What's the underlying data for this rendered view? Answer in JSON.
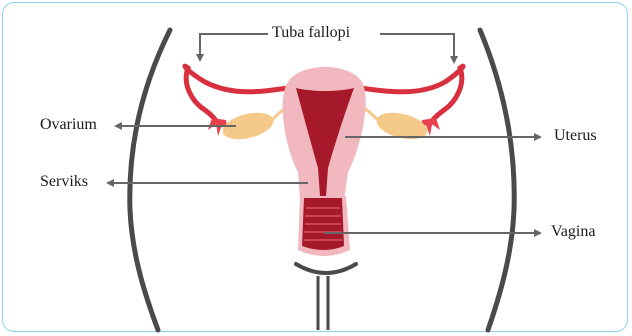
{
  "diagram": {
    "labels": {
      "tuba_fallopi": "Tuba fallopi",
      "ovarium": "Ovarium",
      "uterus": "Uterus",
      "serviks": "Serviks",
      "vagina": "Vagina"
    },
    "colors": {
      "border": "#8fd0ee",
      "body_outline": "#4a4a4a",
      "tube": "#d8303e",
      "uterus_outer": "#f2b8bf",
      "uterus_cavity": "#a5192a",
      "ovary": "#f4c98a",
      "arrow": "#666666"
    }
  }
}
